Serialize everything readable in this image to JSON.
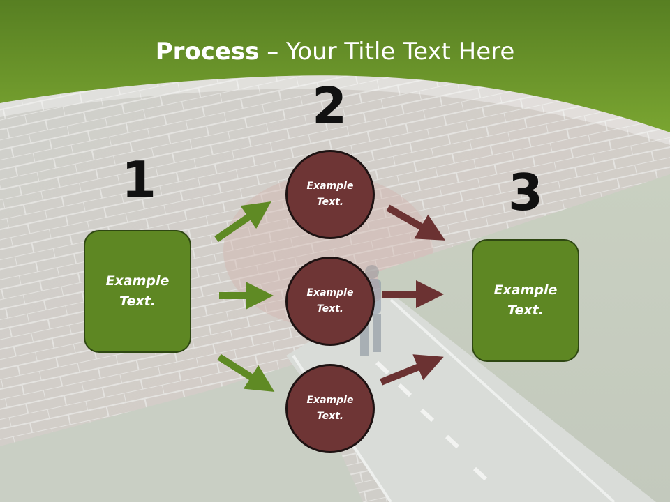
{
  "title": {
    "bold": "Process",
    "rest": " – Your Title Text Here"
  },
  "steps": [
    {
      "number": "1"
    },
    {
      "number": "2"
    },
    {
      "number": "3"
    }
  ],
  "left_box": {
    "text": "Example\nText."
  },
  "circles": [
    {
      "text": "Example\nText."
    },
    {
      "text": "Example\nText."
    },
    {
      "text": "Example\nText."
    }
  ],
  "right_box": {
    "text": "Example\nText."
  },
  "colors": {
    "header_green": "#6f9c2b",
    "box_green": "#5e8723",
    "circle_maroon": "#6e3535",
    "arrow_green": "#5f8a24",
    "arrow_maroon": "#6b3232"
  }
}
